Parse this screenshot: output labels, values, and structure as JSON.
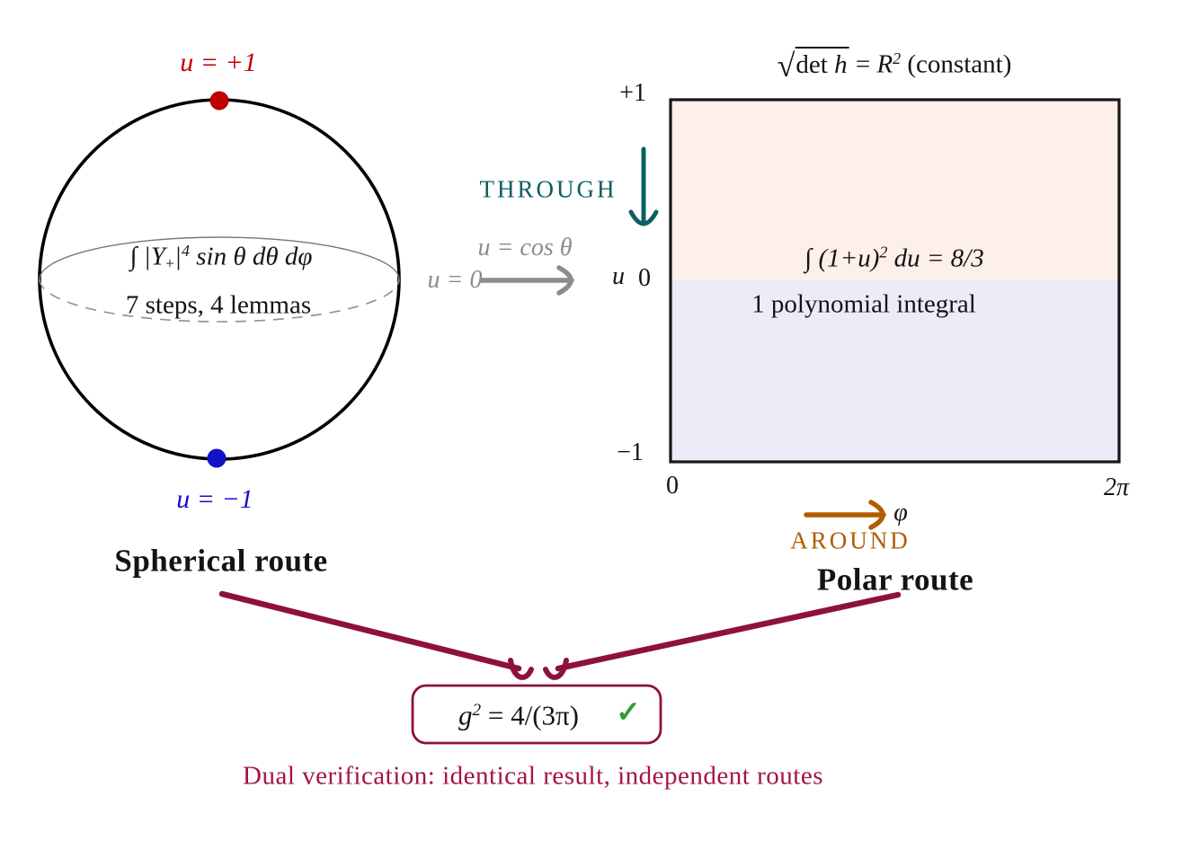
{
  "colors": {
    "red": "#bf0000",
    "blue": "#1212c9",
    "gray": "#8c8c8c",
    "teal": "#0d5e62",
    "orange": "#b25c00",
    "maroon": "#8e1238",
    "footer": "#a41348",
    "green": "#2f9e38",
    "peach": "#fdefe9",
    "lavender": "#ebecf8",
    "ink": "#141414"
  },
  "sphere": {
    "pole_top_label": "u = +1",
    "pole_bottom_label": "u = −1",
    "integral": {
      "pre": "∫ |Y",
      "sub": "+",
      "mid": "|",
      "sup": "4",
      "post": " sin θ dθ dφ"
    },
    "effort": "7 steps, 4 lemmas",
    "equator_label": "u = 0",
    "route_label": "Spherical route"
  },
  "mapping": {
    "substitution": "u = cos θ",
    "through": "THROUGH",
    "around": "AROUND"
  },
  "plot": {
    "title": {
      "sqrt": "√",
      "det": "det",
      "h": "h",
      "eq": " = ",
      "R": "R",
      "sup": "2",
      "rest": " (constant)"
    },
    "ytick_top": "+1",
    "y_axis_label": "u",
    "ytick_mid": "0",
    "ytick_bottom": "−1",
    "xtick_left": "0",
    "xtick_right": "2π",
    "x_axis_label": "φ",
    "integral": {
      "pre": "∫ (1+u)",
      "sup": "2",
      "post": " du = 8/3"
    },
    "note": "1 polynomial integral",
    "route_label": "Polar route"
  },
  "result": {
    "g": "g",
    "sup": "2",
    "rest": " = 4/(3π)",
    "check": "✓"
  },
  "footer": "Dual verification: identical result, independent routes"
}
